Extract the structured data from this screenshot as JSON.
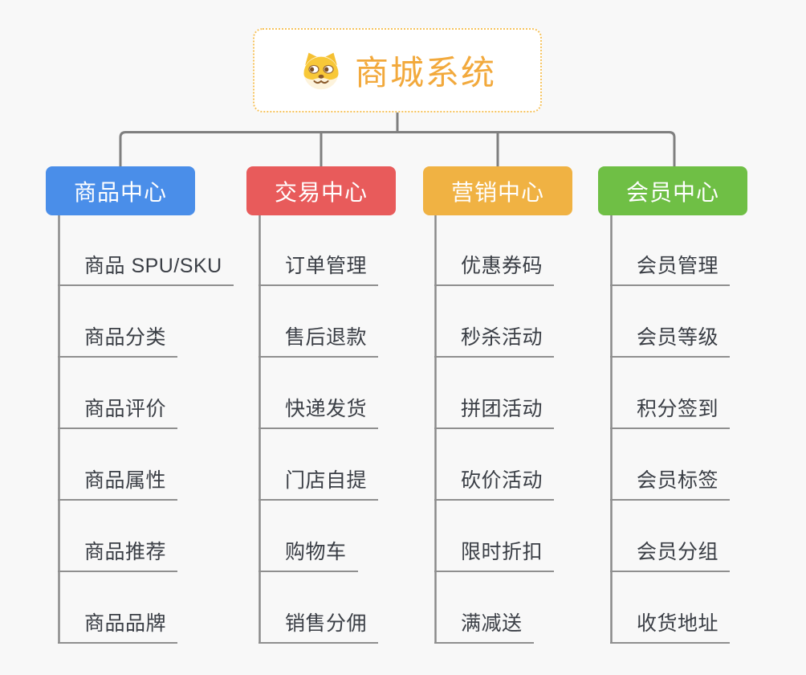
{
  "app": {
    "type": "mindmap-org-chart",
    "background_color": "#F8F8F8",
    "connector_color": "#7F7F7F",
    "leaf_underline_color": "#8F8F8F",
    "leaf_text_color": "#3A3E45"
  },
  "root": {
    "title": "商城系统",
    "icon": "shiba-dog-icon",
    "text_color": "#F2A93C",
    "border_color": "#F6C35E"
  },
  "branches": [
    {
      "label": "商品中心",
      "color": "#4A8EE9",
      "children": [
        "商品 SPU/SKU",
        "商品分类",
        "商品评价",
        "商品属性",
        "商品推荐",
        "商品品牌"
      ]
    },
    {
      "label": "交易中心",
      "color": "#E85B5B",
      "children": [
        "订单管理",
        "售后退款",
        "快递发货",
        "门店自提",
        "购物车",
        "销售分佣"
      ]
    },
    {
      "label": "营销中心",
      "color": "#F0B243",
      "children": [
        "优惠券码",
        "秒杀活动",
        "拼团活动",
        "砍价活动",
        "限时折扣",
        "满减送"
      ]
    },
    {
      "label": "会员中心",
      "color": "#6FBF45",
      "children": [
        "会员管理",
        "会员等级",
        "积分签到",
        "会员标签",
        "会员分组",
        "收货地址"
      ]
    }
  ]
}
